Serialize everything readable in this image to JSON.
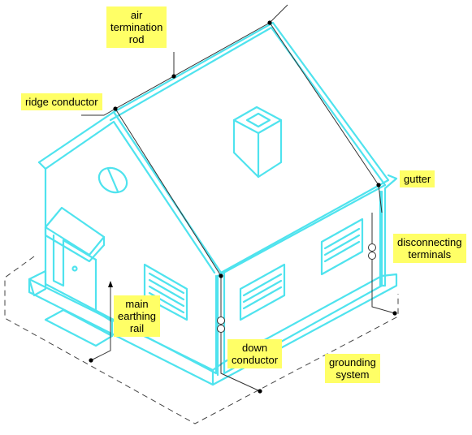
{
  "labels": {
    "air_termination_rod": "air\ntermination\nrod",
    "ridge_conductor": "ridge conductor",
    "gutter": "gutter",
    "disconnecting_terminals": "disconnecting\nterminals",
    "main_earthing_rail": "main\nearthing\nrail",
    "down_conductor": "down\nconductor",
    "grounding_system": "grounding\nsystem"
  },
  "colors": {
    "house_outline": "#4fe3ee",
    "label_background": "#ffff66",
    "conductor": "#333333"
  }
}
